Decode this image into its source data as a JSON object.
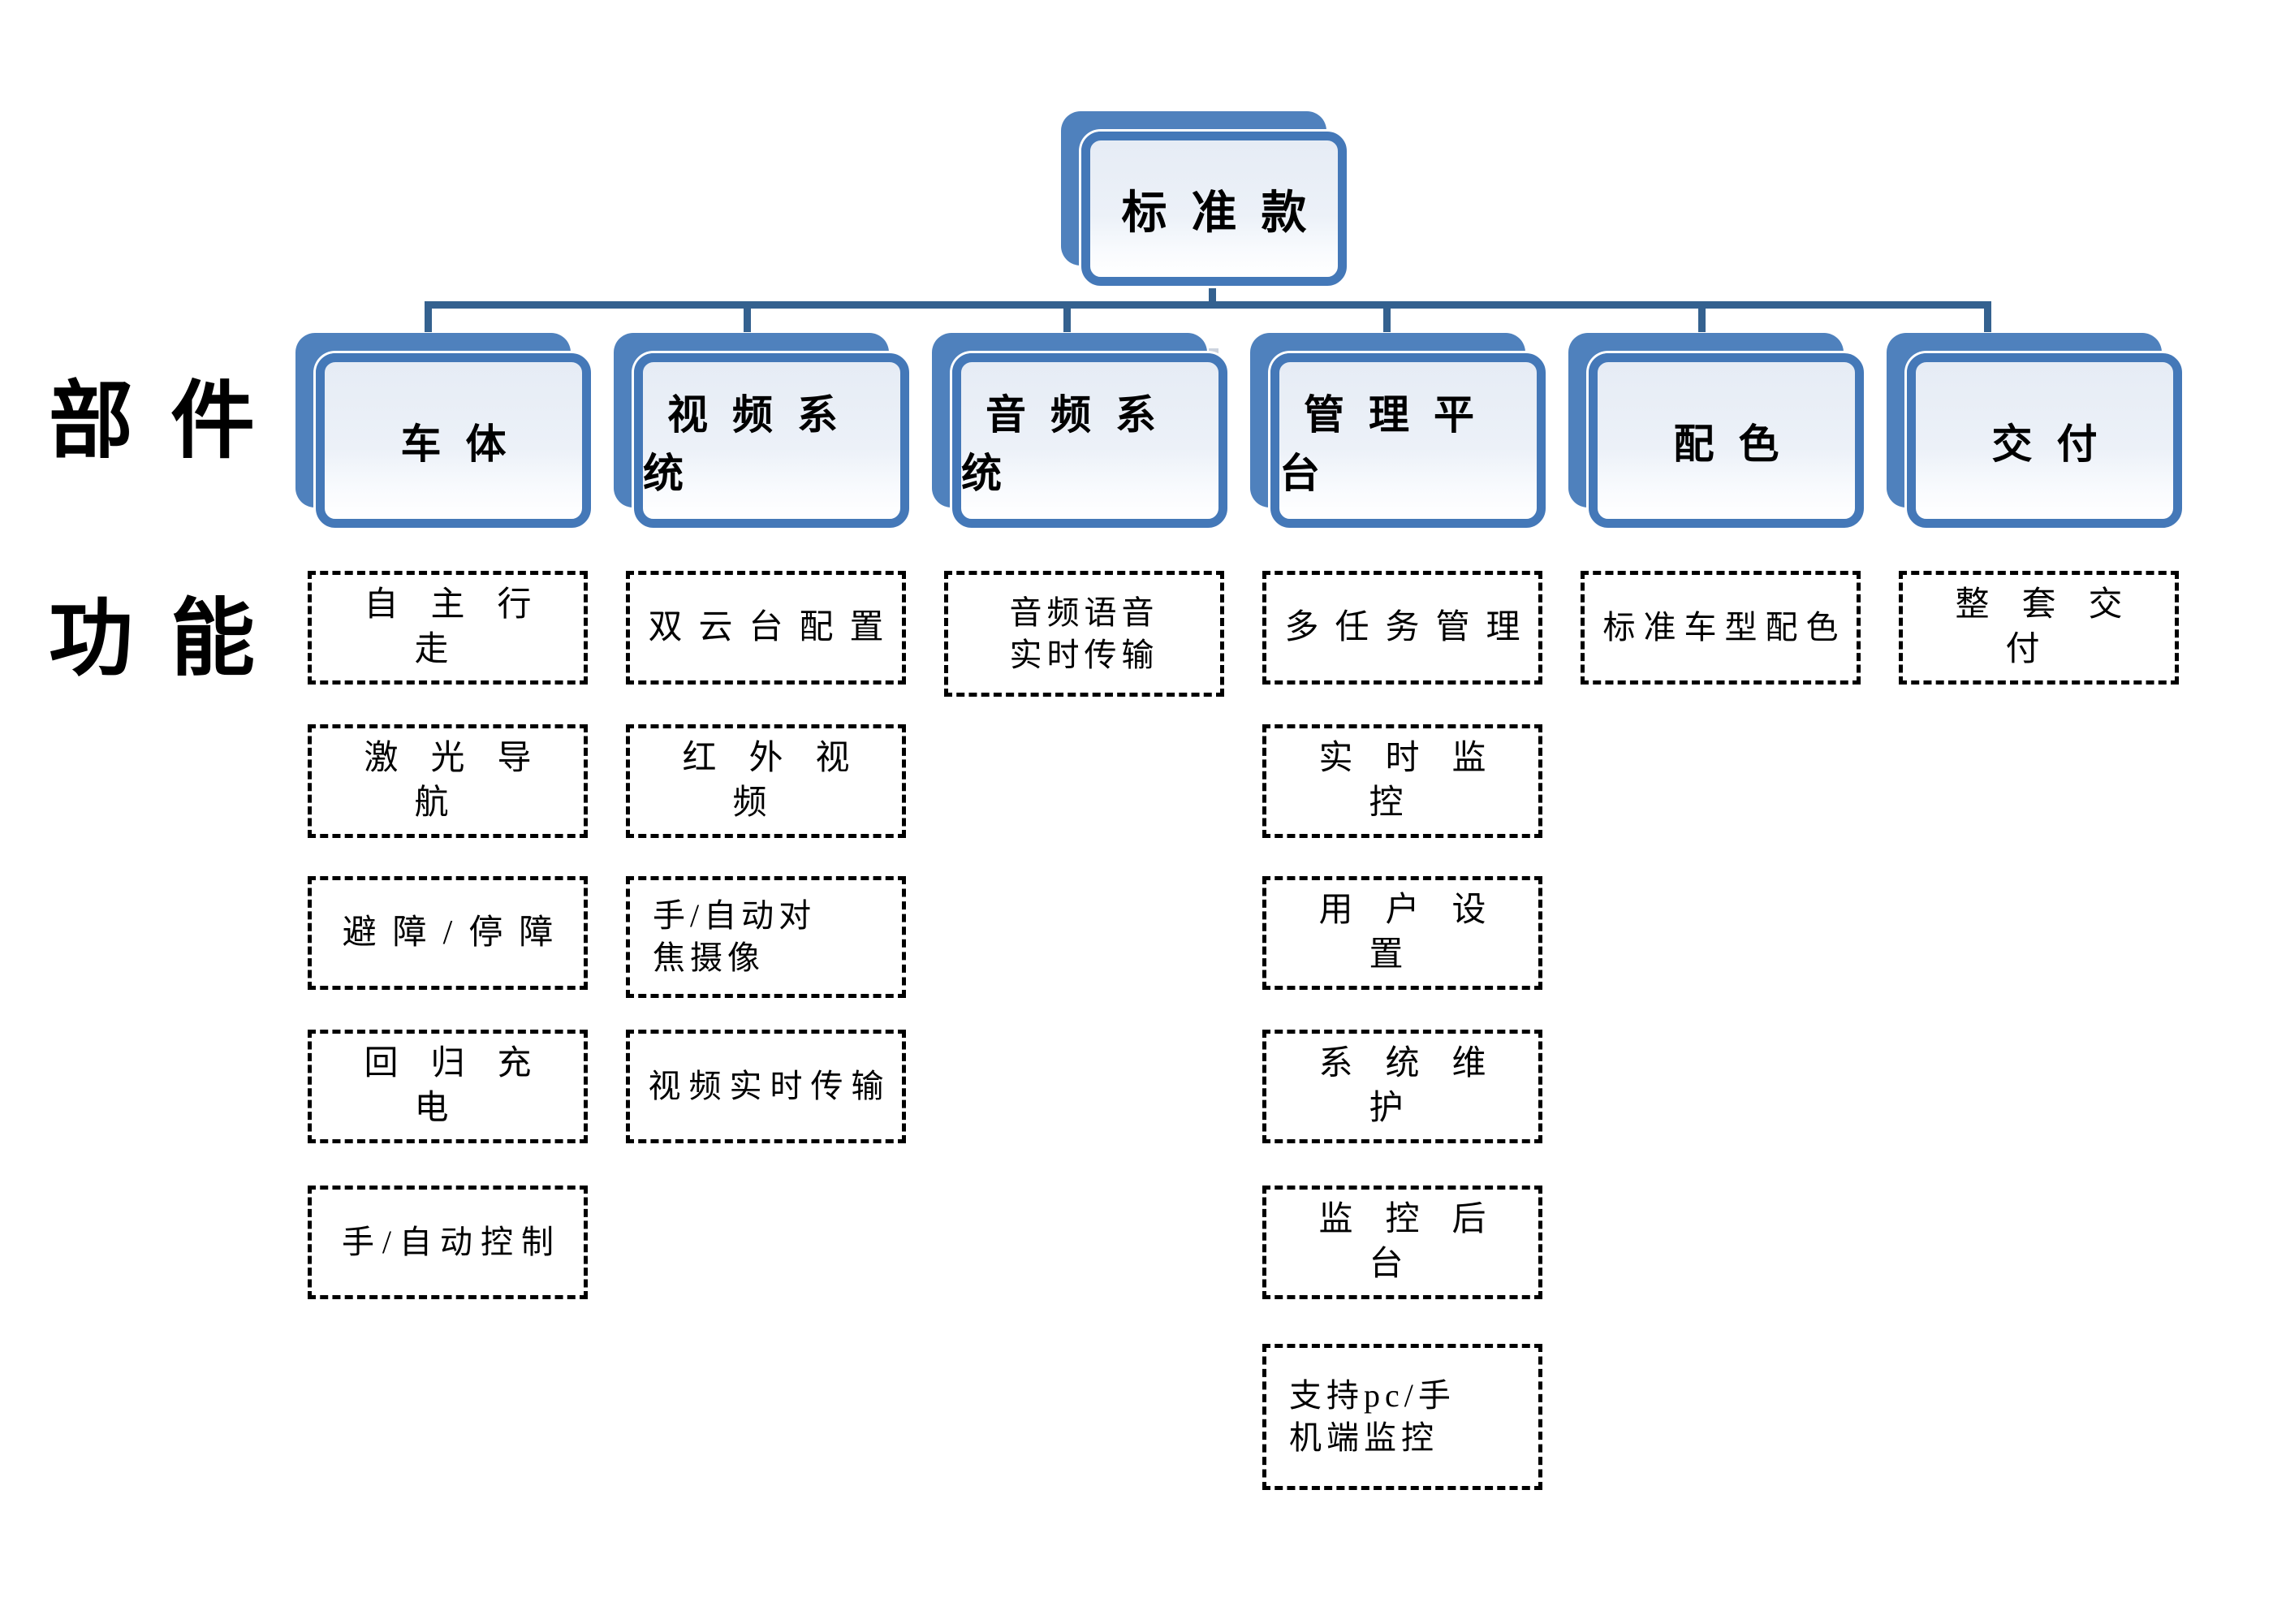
{
  "root": {
    "label": "标准款"
  },
  "side_labels": {
    "components": "部件",
    "functions": "功能"
  },
  "columns": [
    {
      "label": "车体",
      "functions": [
        "自主行走",
        "激光导航",
        "避障/停障",
        "回归充电",
        "手/自动控制"
      ]
    },
    {
      "label": "视频系统",
      "functions": [
        "双云台配置",
        "红外视频",
        "手/自动对\n焦摄像",
        "视频实时传输"
      ]
    },
    {
      "label": "音频系统",
      "functions": [
        "音频语音\n实时传输"
      ]
    },
    {
      "label": "管理平台",
      "functions": [
        "多任务管理",
        "实时监控",
        "用户设置",
        "系统维护",
        "监控后台",
        "支持pc/手\n机端监控"
      ]
    },
    {
      "label": "配色",
      "functions": [
        "标准车型配色"
      ]
    },
    {
      "label": "交付",
      "functions": [
        "整套交付"
      ]
    }
  ],
  "colors": {
    "box_shadow_blue": "#4f81bd",
    "box_border_blue": "#4478b8",
    "box_fill_light": "#e6ecf5",
    "connector_blue": "#34618f",
    "dashed_border": "#000000"
  }
}
